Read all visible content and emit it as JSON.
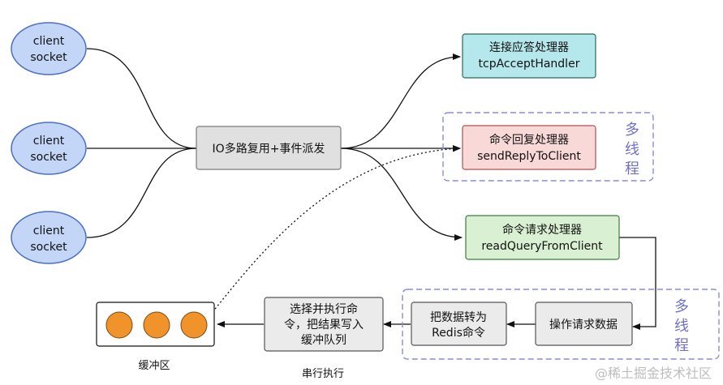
{
  "sockets": [
    {
      "line1": "client",
      "line2": "socket"
    },
    {
      "line1": "client",
      "line2": "socket"
    },
    {
      "line1": "client",
      "line2": "socket"
    }
  ],
  "multiplexer": {
    "label": "IO多路复用+事件派发"
  },
  "handlers": [
    {
      "name": "连接应答处理器",
      "func": "tcpAcceptHandler"
    },
    {
      "name": "命令回复处理器",
      "func": "sendReplyToClient"
    },
    {
      "name": "命令请求处理器",
      "func": "readQueryFromClient"
    }
  ],
  "multithread_top": {
    "chars": [
      "多",
      "线",
      "程"
    ]
  },
  "multithread_bottom": {
    "chars": [
      "多",
      "线",
      "程"
    ]
  },
  "process": {
    "read_data": "操作请求数据",
    "convert": {
      "line1": "把数据转为",
      "line2": "Redis命令"
    },
    "execute": {
      "line1": "选择并执行命",
      "line2": "令，把结果写入",
      "line3": "缓冲队列"
    }
  },
  "buffer": {
    "label": "缓冲区"
  },
  "serial_label": "串行执行",
  "watermark": "@稀土掘金技术社区",
  "colors": {
    "socket_fill": "#c4d6f7",
    "socket_stroke": "#4a6fc4",
    "accept_fill": "#b4e8ec",
    "reply_fill": "#f9d9d8",
    "query_fill": "#d9f1d2",
    "gray_fill": "#e0e0e0",
    "light_fill": "#ebebeb",
    "buffer_dot": "#f0932b",
    "dashed_purple": "#8c8cd2"
  }
}
